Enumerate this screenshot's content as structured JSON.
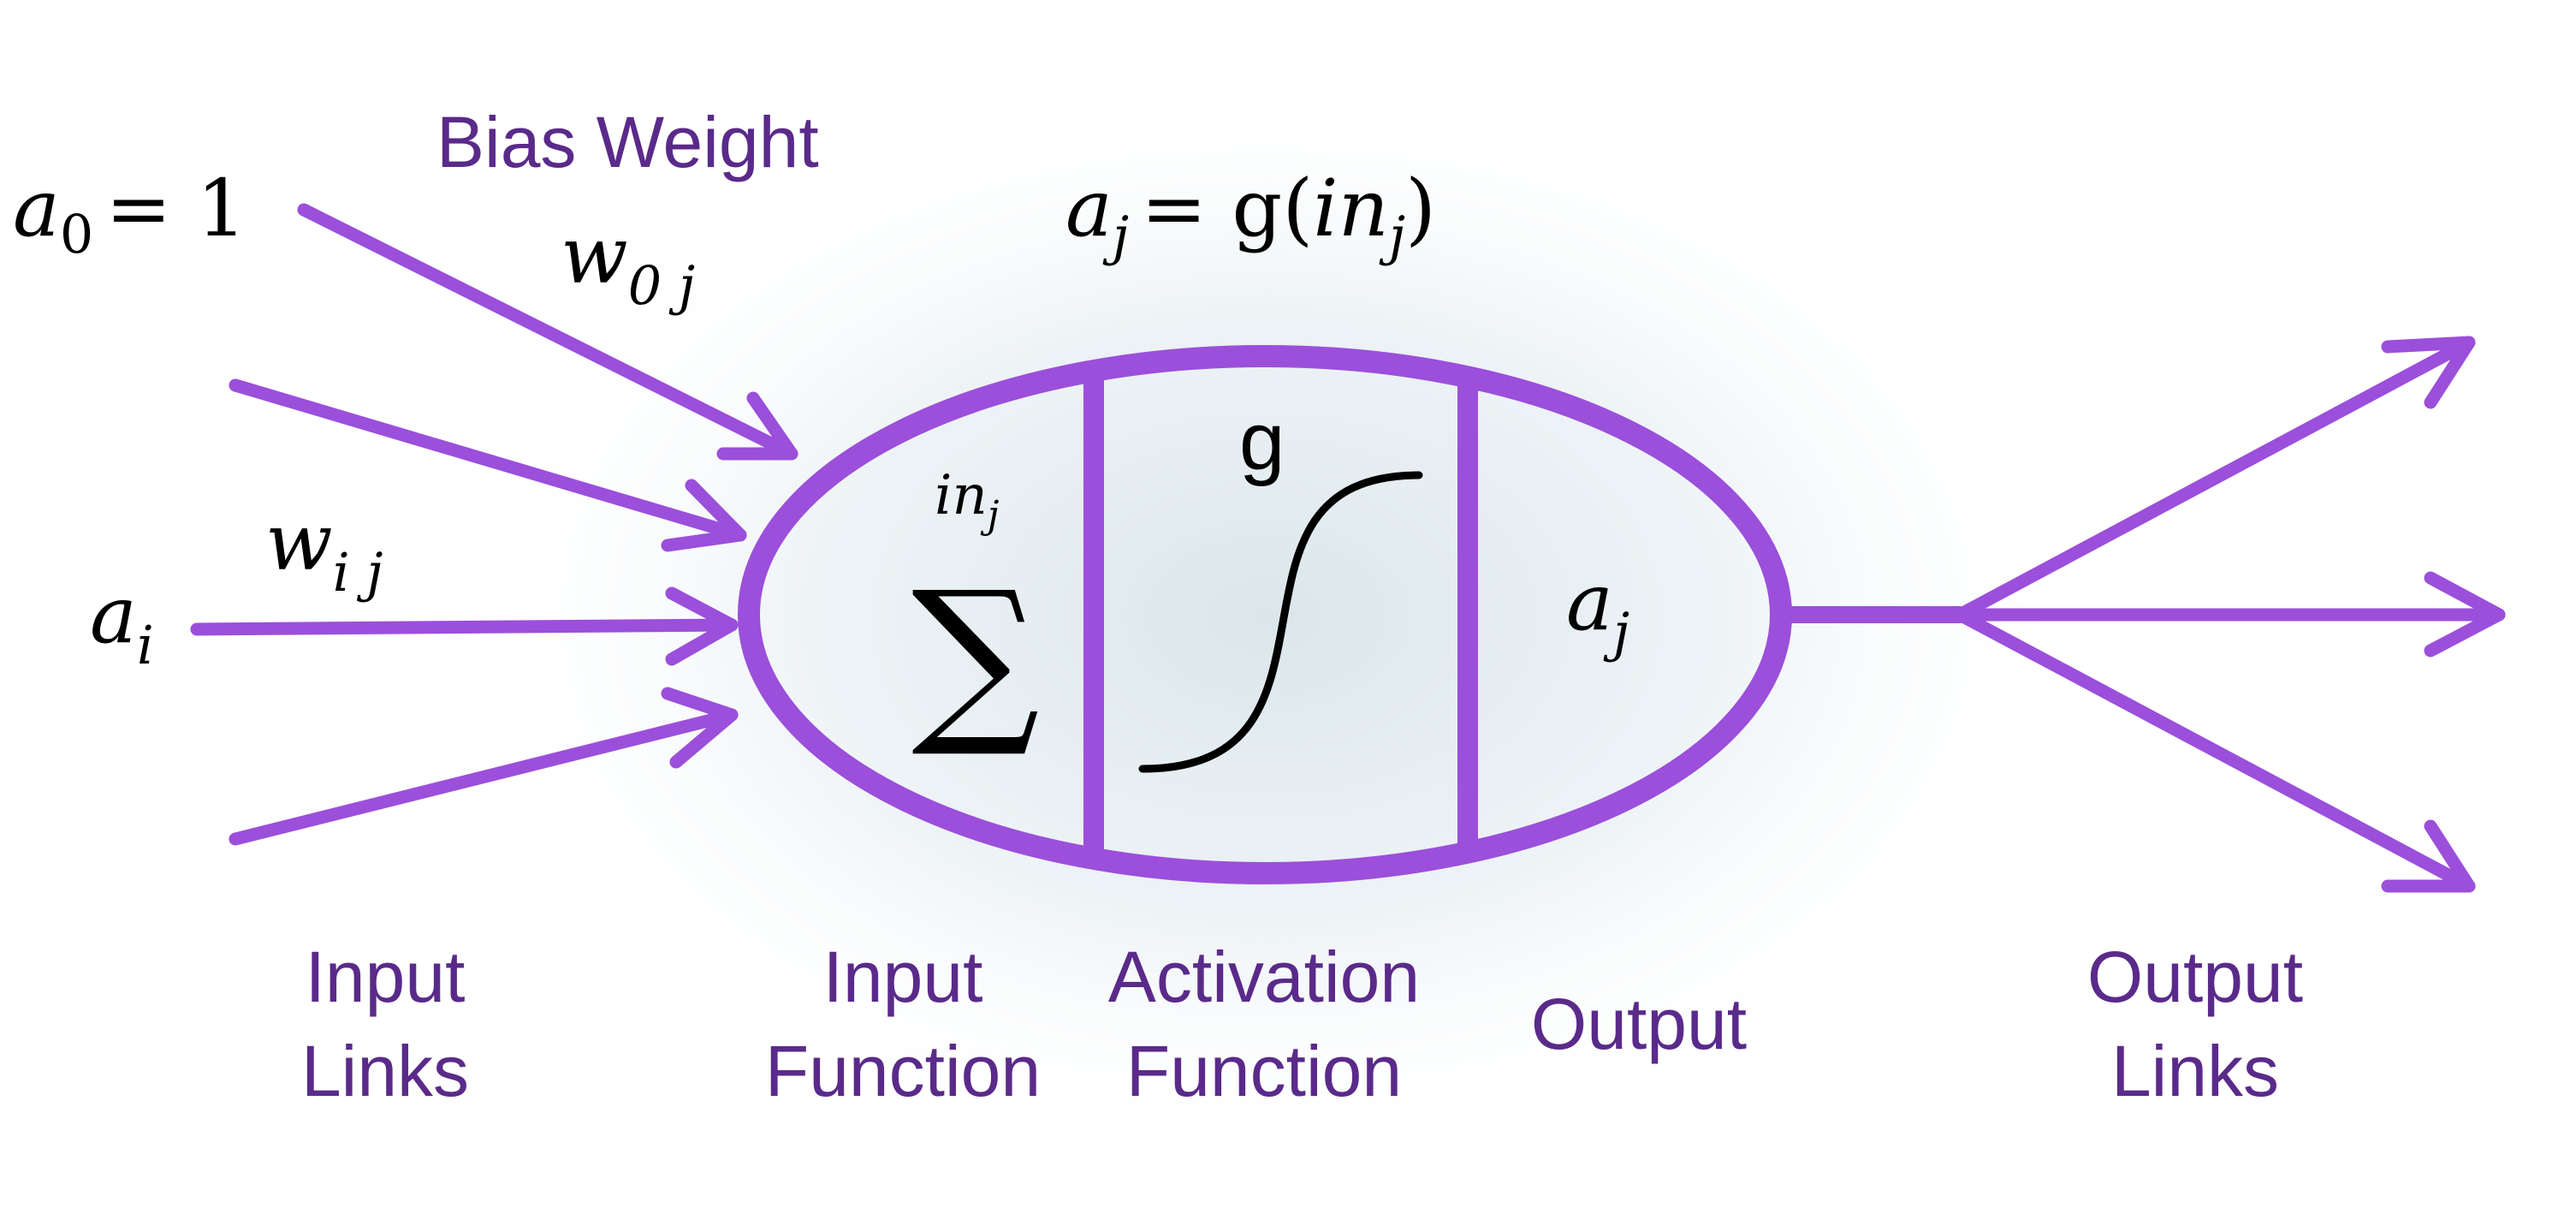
{
  "colors": {
    "purple_line": "#9b4fdb",
    "purple_text": "#5a2a8a",
    "black": "#000000",
    "glow": "#dfe9ee"
  },
  "labels": {
    "bias_weight": "Bias Weight",
    "a0_var": "a",
    "a0_sub": "0",
    "a0_eq": "= 1",
    "w0j_var": "w",
    "w0j_sub": "0 j",
    "ai_var": "a",
    "ai_sub": "i",
    "wij_var": "w",
    "wij_sub": "i j",
    "formula_lhs_var": "a",
    "formula_lhs_sub": "j",
    "formula_eq": "= g(",
    "formula_in": "in",
    "formula_in_sub": "j",
    "formula_close": ")",
    "sum_symbol": "∑",
    "sum_in": "in",
    "sum_in_sub": "j",
    "g_label": "g",
    "aj_var": "a",
    "aj_sub": "j"
  },
  "captions": {
    "input_links_l1": "Input",
    "input_links_l2": "Links",
    "input_function_l1": "Input",
    "input_function_l2": "Function",
    "activation_function_l1": "Activation",
    "activation_function_l2": "Function",
    "output": "Output",
    "output_links_l1": "Output",
    "output_links_l2": "Links"
  }
}
